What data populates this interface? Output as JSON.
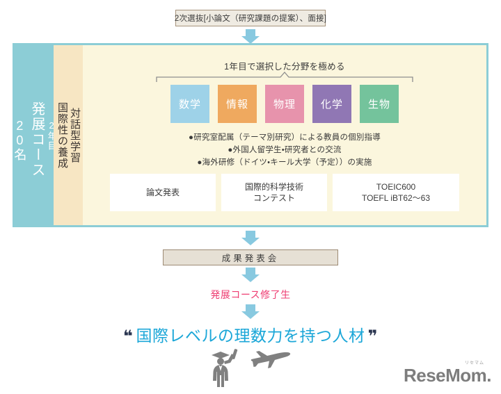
{
  "top_box": {
    "label": "2次選抜[小論文（研究課題の提案）、面接]"
  },
  "panel": {
    "teal_column": {
      "line1": "2年目",
      "line2": "発展コース",
      "line3": "20名"
    },
    "cream_column": {
      "line1": "対話型学習",
      "line2": "国際性の養成"
    },
    "heading": "1年目で選択した分野を極める",
    "subjects": [
      {
        "label": "数学",
        "color": "#9ed2e8"
      },
      {
        "label": "情報",
        "color": "#efa95f"
      },
      {
        "label": "物理",
        "color": "#e793ac"
      },
      {
        "label": "化学",
        "color": "#9077b4"
      },
      {
        "label": "生物",
        "color": "#74c39c"
      }
    ],
    "bullets": [
      "●研究室配属（テーマ別研究）による教員の個別指導",
      "●外国人留学生・研究者との交流",
      "●海外研修（ドイツ・キール大学（予定））の実施"
    ],
    "white_boxes": [
      {
        "lines": [
          "論文発表"
        ]
      },
      {
        "lines": [
          "国際的科学技術",
          "コンテスト"
        ]
      },
      {
        "lines": [
          "TOEIC600",
          "TOEFL iBT62〜63"
        ]
      }
    ]
  },
  "result_box": {
    "label": "成果発表会"
  },
  "graduate_label": {
    "text": "発展コース修了生"
  },
  "tagline": {
    "quote_open": "❝",
    "text": "国際レベルの理数力を持つ人材",
    "quote_close": "❞"
  },
  "logo": {
    "kana": "リセマム",
    "word": "ReseMom."
  },
  "colors": {
    "arrow": "#88c9e0",
    "panel_border": "#8ccdd6",
    "teal": "#8ccdd6",
    "cream": "#f7e6c3",
    "panel_bg": "#fbf6dd",
    "box_beige": "#efebe2",
    "box_border": "#a6937c",
    "pink": "#ee3d72",
    "tagline": "#1ca7d8"
  }
}
